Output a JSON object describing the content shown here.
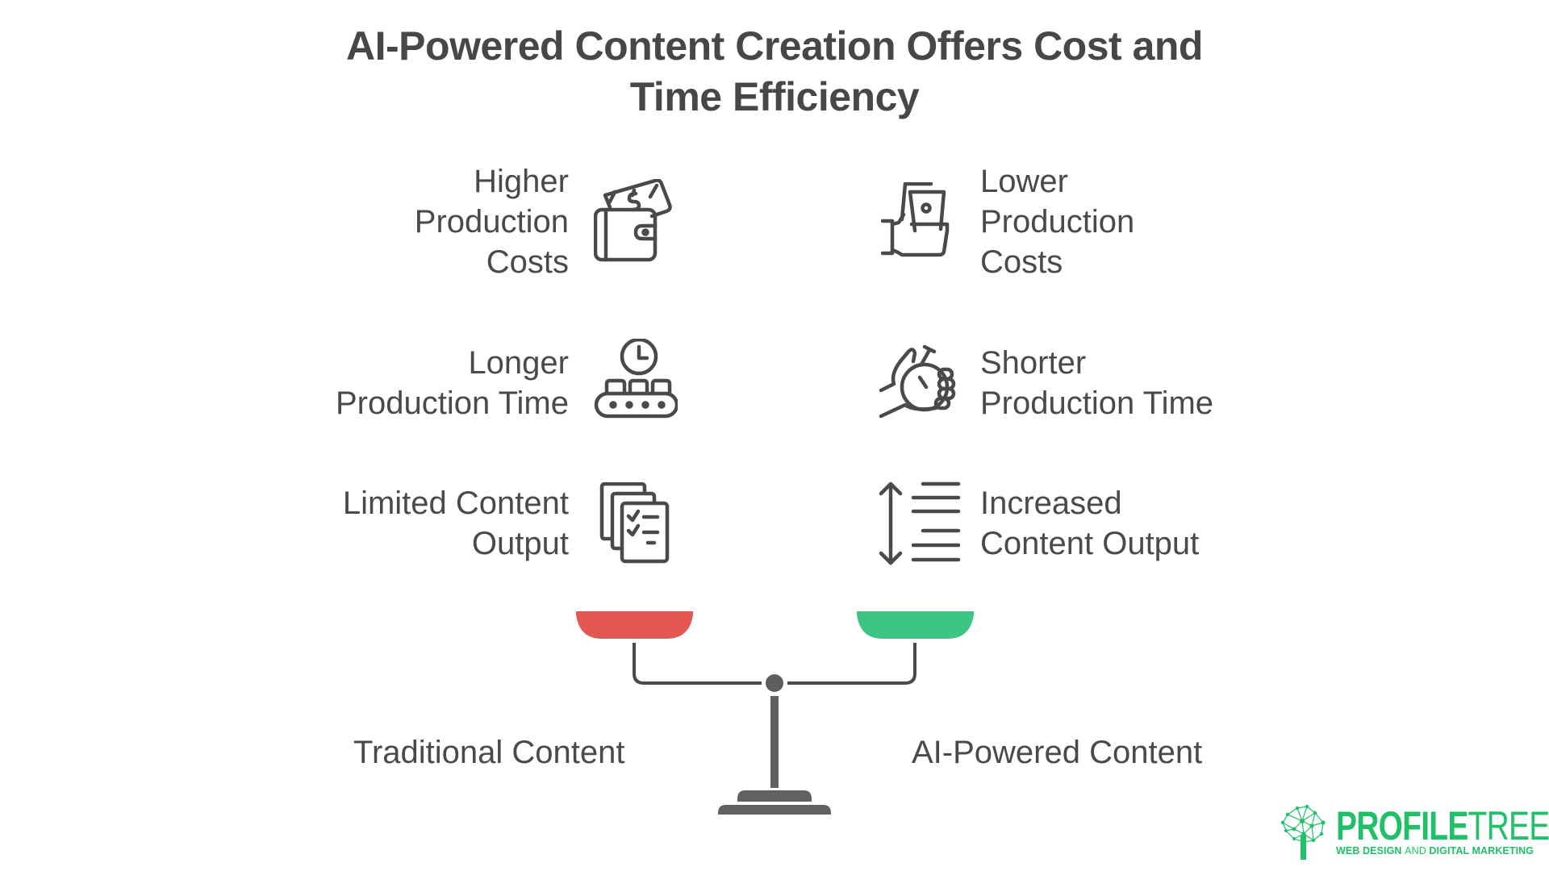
{
  "title": {
    "line1": "AI-Powered Content Creation Offers Cost and",
    "line2": "Time Efficiency"
  },
  "traditional": {
    "label": "Traditional Content",
    "color": "#e55753",
    "items": [
      {
        "lines": [
          "Higher",
          "Production",
          "Costs"
        ],
        "icon": "wallet-money-icon"
      },
      {
        "lines": [
          "Longer",
          "Production Time"
        ],
        "icon": "conveyor-clock-icon"
      },
      {
        "lines": [
          "Limited Content",
          "Output"
        ],
        "icon": "stacked-checklist-icon"
      }
    ]
  },
  "ai_powered": {
    "label": "AI-Powered Content",
    "color": "#3cc583",
    "items": [
      {
        "lines": [
          "Lower",
          "Production",
          "Costs"
        ],
        "icon": "hand-money-icon"
      },
      {
        "lines": [
          "Shorter",
          "Production Time"
        ],
        "icon": "hand-stopwatch-icon"
      },
      {
        "lines": [
          "Increased",
          "Content Output"
        ],
        "icon": "vertical-expand-lines-icon"
      }
    ]
  },
  "scale": {
    "beam_color": "#4a4a4a",
    "post_color": "#616161"
  },
  "logo": {
    "brand_bold": "PROFILE",
    "brand_light": "TREE",
    "tagline_part1": "WEB DESIGN ",
    "tagline_part2": "AND",
    "tagline_part3": " DIGITAL MARKETING",
    "color": "#20c068"
  }
}
